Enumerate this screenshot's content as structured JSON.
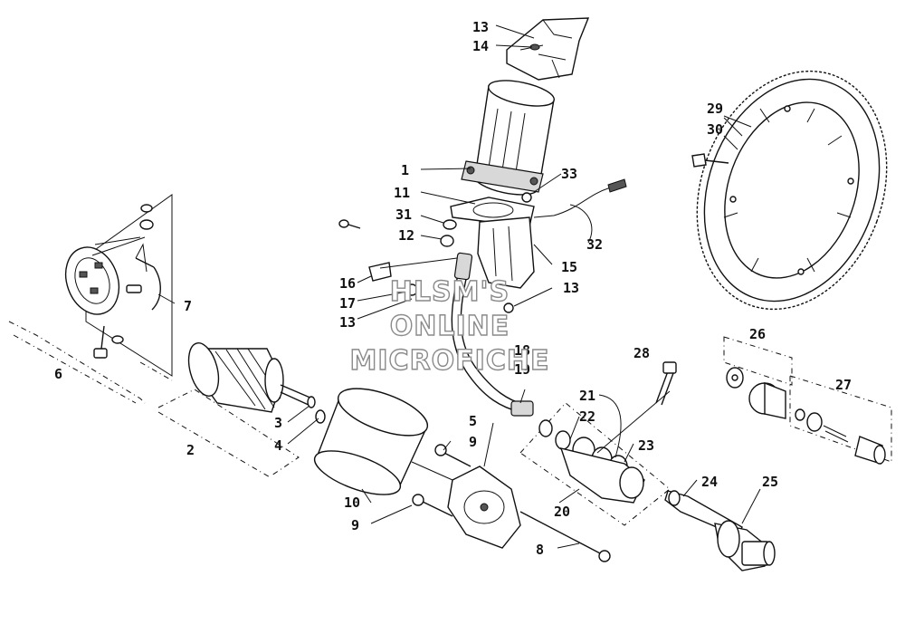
{
  "watermark": {
    "line1": "HLSM'S",
    "line2": "ONLINE",
    "line3": "MICROFICHE"
  },
  "callouts": {
    "n1": "1",
    "n2": "2",
    "n3": "3",
    "n4": "4",
    "n5": "5",
    "n6": "6",
    "n7": "7",
    "n8": "8",
    "n9a": "9",
    "n9b": "9",
    "n10": "10",
    "n11": "11",
    "n12": "12",
    "n13a": "13",
    "n13b": "13",
    "n13c": "13",
    "n14": "14",
    "n15": "15",
    "n16": "16",
    "n17": "17",
    "n18": "18",
    "n19": "19",
    "n20": "20",
    "n21": "21",
    "n22": "22",
    "n23": "23",
    "n24": "24",
    "n25": "25",
    "n26": "26",
    "n27": "27",
    "n28": "28",
    "n29": "29",
    "n30": "30",
    "n31": "31",
    "n32": "32",
    "n33": "33"
  }
}
